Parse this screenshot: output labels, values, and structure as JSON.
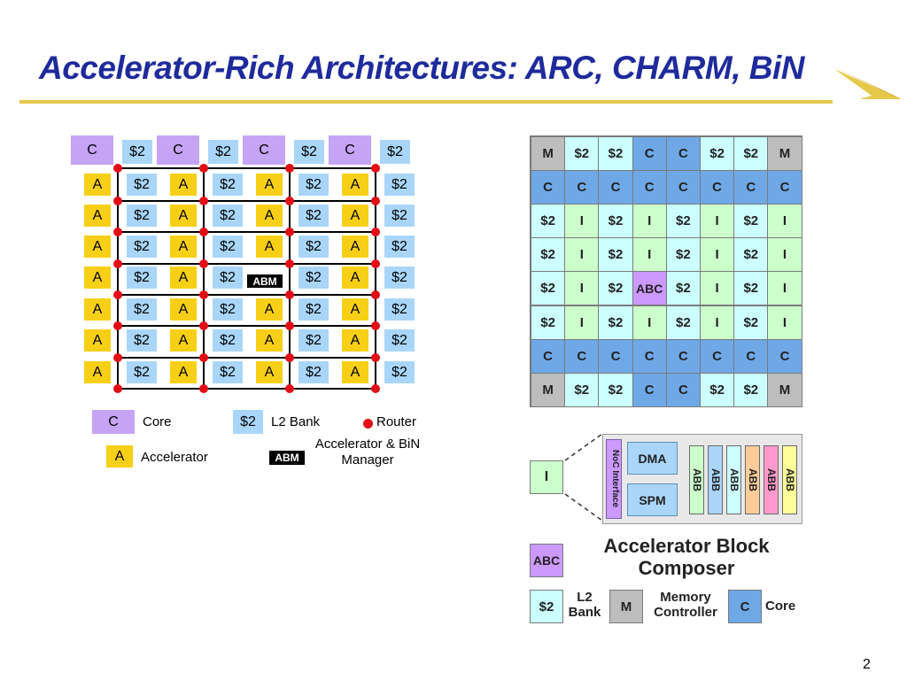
{
  "title": "Accelerator-Rich Architectures: ARC, CHARM, BiN",
  "page_number": "2",
  "colors": {
    "title": "#1f2a9c",
    "title_rule": "#e5c84a",
    "core": "#c5a3f5",
    "accelerator": "#f7cf17",
    "l2_bank": "#a9d6f8",
    "router": "#e20d16",
    "abm_bg": "#000000",
    "charm_memory": "#bdbdbd",
    "charm_l2": "#ccffff",
    "charm_core": "#6fa8e6",
    "charm_island": "#ccffcc",
    "charm_abc": "#cc99ff"
  },
  "left": {
    "labels": {
      "core": "C",
      "l2": "$2",
      "accel": "A",
      "abm": "ABM"
    },
    "legend": {
      "core_symbol": "C",
      "core_label": "Core",
      "l2_symbol": "$2",
      "l2_label": "L2 Bank",
      "router_label": "Router",
      "accel_symbol": "A",
      "accel_label": "Accelerator",
      "abm_symbol": "ABM",
      "abm_label": "Accelerator & BiN Manager"
    }
  },
  "right": {
    "grid": [
      [
        "M",
        "$2",
        "$2",
        "C",
        "C",
        "$2",
        "$2",
        "M"
      ],
      [
        "C",
        "C",
        "C",
        "C",
        "C",
        "C",
        "C",
        "C"
      ],
      [
        "$2",
        "I",
        "$2",
        "I",
        "$2",
        "I",
        "$2",
        "I"
      ],
      [
        "$2",
        "I",
        "$2",
        "I",
        "$2",
        "I",
        "$2",
        "I"
      ],
      [
        "$2",
        "I",
        "$2",
        "ABC",
        "$2",
        "I",
        "$2",
        "I"
      ],
      [
        "$2",
        "I",
        "$2",
        "I",
        "$2",
        "I",
        "$2",
        "I"
      ],
      [
        "C",
        "C",
        "C",
        "C",
        "C",
        "C",
        "C",
        "C"
      ],
      [
        "M",
        "$2",
        "$2",
        "C",
        "C",
        "$2",
        "$2",
        "M"
      ]
    ],
    "island_label": "I",
    "composer": {
      "noc": "NoC Interface",
      "dma": "DMA",
      "spm": "SPM",
      "abbs": [
        "ABB",
        "ABB",
        "ABB",
        "ABB",
        "ABB",
        "ABB"
      ],
      "abb_colors": [
        "#ccffcc",
        "#a9d6f8",
        "#ccffff",
        "#ffcc99",
        "#ff99cc",
        "#ffff99"
      ]
    },
    "legend": {
      "abc_symbol": "ABC",
      "abc_label": "Accelerator Block Composer",
      "l2_symbol": "$2",
      "l2_label": "L2 Bank",
      "mem_symbol": "M",
      "mem_label": "Memory Controller",
      "core_symbol": "C",
      "core_label": "Core"
    }
  }
}
